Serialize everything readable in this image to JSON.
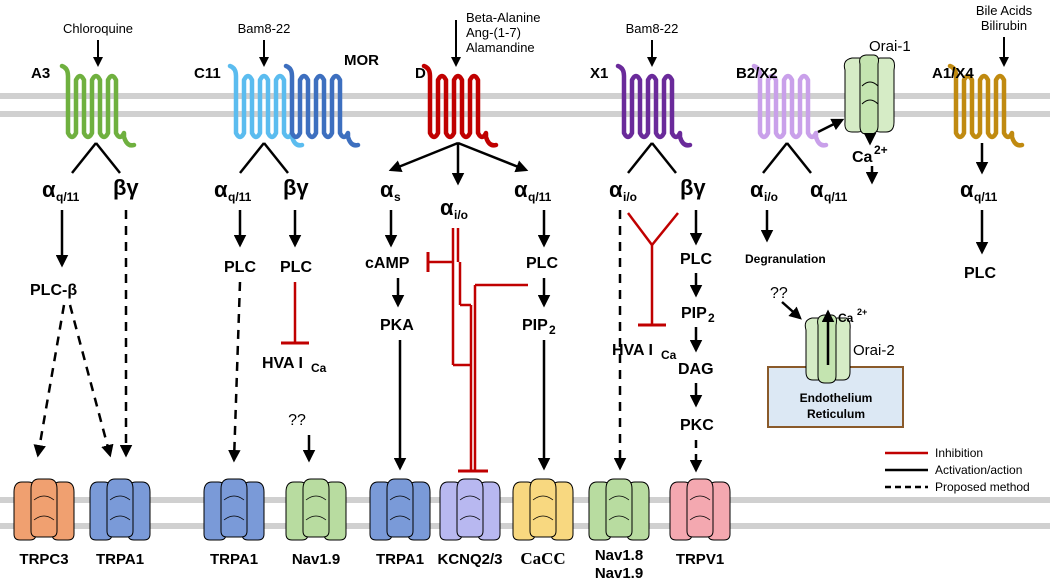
{
  "colors": {
    "inhibition": "#c00000",
    "activation": "#000000",
    "membrane": "#d0d0d0",
    "A3": "#6fb03f",
    "C11": "#5bbcef",
    "MOR": "#3d6fbf",
    "D": "#c00000",
    "X1": "#6a2a9a",
    "B2X2": "#c9a0ea",
    "A1X4": "#c08a10",
    "TRPC3": "#f0a070",
    "TRPA1": "#7a9ad8",
    "Nav": "#b8dca0",
    "KCNQ": "#b8b8f0",
    "CaCC": "#f8d880",
    "TRPV1": "#f4a8b0",
    "ER_fill": "#dce8f4",
    "ER_border": "#8a5a2a"
  },
  "ligands": {
    "chloroquine": "Chloroquine",
    "bam_c11": "Bam8-22",
    "d_line1": "Beta-Alanine",
    "d_line2": "Ang-(1-7)",
    "d_line3": "Alamandine",
    "bam_x1": "Bam8-22",
    "a1_line1": "Bile Acids",
    "a1_line2": "Bilirubin"
  },
  "receptors": {
    "a3": "A3",
    "c11": "C11",
    "mor": "MOR",
    "d": "D",
    "x1": "X1",
    "b2x2": "B2/X2",
    "a1x4": "A1/X4",
    "orai1": "Orai-1",
    "orai2": "Orai-2"
  },
  "subunits": {
    "alpha": "α",
    "beta_gamma": "βγ",
    "q11": "q/11",
    "s": "s",
    "io": "i/o"
  },
  "mediators": {
    "plc_beta": "PLC-β",
    "plc": "PLC",
    "camp": "cAMP",
    "pka": "PKA",
    "pip": "PIP",
    "pip_sub": "2",
    "hva": "HVA I",
    "hva_sub": "Ca",
    "dag": "DAG",
    "pkc": "PKC",
    "degranulation": "Degranulation",
    "ca": "Ca",
    "ca_sup": "2+",
    "unknown": "??",
    "er_line1": "Endothelium",
    "er_line2": "Reticulum"
  },
  "channels": {
    "trpc3": "TRPC3",
    "trpa1_a": "TRPA1",
    "trpa1_b": "TRPA1",
    "nav19": "Nav1.9",
    "trpa1_c": "TRPA1",
    "kcnq": "KCNQ2/3",
    "cacc": "CaCC",
    "nav18_line1": "Nav1.8",
    "nav18_line2": "Nav1.9",
    "trpv1": "TRPV1"
  },
  "legend": {
    "inhibition": "Inhibition",
    "activation": "Activation/action",
    "proposed": "Proposed method"
  }
}
